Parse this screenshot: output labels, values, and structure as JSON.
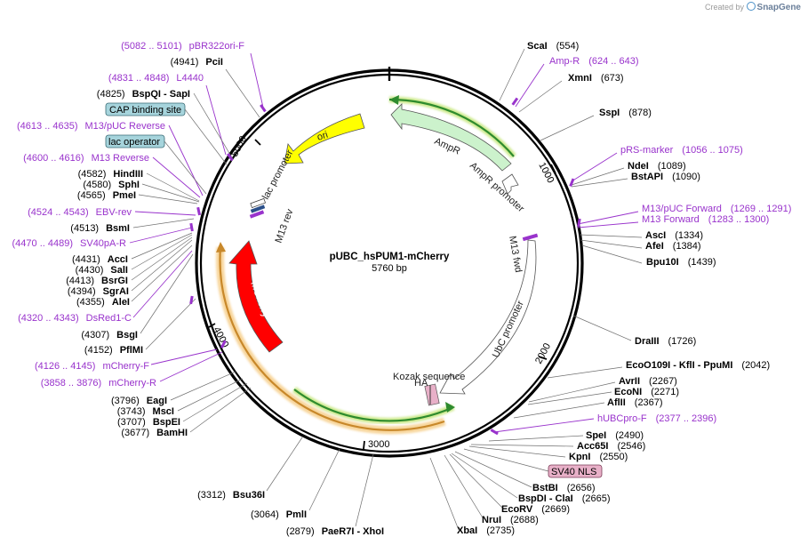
{
  "credit": {
    "prefix": "Created by",
    "brand": "SnapGene"
  },
  "plasmid": {
    "name": "pUBC_hsPUM1-mCherry",
    "size": "5760 bp"
  },
  "ticks": [
    "1000",
    "2000",
    "3000",
    "4000",
    "5000"
  ],
  "features": {
    "ori": "ori",
    "ampr": "AmpR",
    "ampr_promoter": "AmpR promoter",
    "lac_promoter": "lac promoter",
    "m13_rev": "M13 rev",
    "m13_fwd": "M13 fwd",
    "ubc_promoter": "UbC promoter",
    "mcherry": "mCherry",
    "kozak": "Kozak sequence",
    "ha": "HA"
  },
  "boxes": {
    "cap": "CAP binding site",
    "lac_operator": "lac operator",
    "sv40_nls": "SV40 NLS"
  },
  "sites_left": [
    {
      "pos": "(5082 .. 5101)",
      "name": "pBR322ori-F",
      "kind": "primer"
    },
    {
      "pos": "(4941)",
      "name": "PciI",
      "kind": "enzyme"
    },
    {
      "pos": "(4831 .. 4848)",
      "name": "L4440",
      "kind": "primer"
    },
    {
      "pos": "(4825)",
      "name": "BspQI  - SapI",
      "kind": "enzyme"
    },
    {
      "pos": "(4613 .. 4635)",
      "name": "M13/pUC Reverse",
      "kind": "primer"
    },
    {
      "pos": "(4600 .. 4616)",
      "name": "M13 Reverse",
      "kind": "primer"
    },
    {
      "pos": "(4582)",
      "name": "HindIII",
      "kind": "enzyme"
    },
    {
      "pos": "(4580)",
      "name": "SphI",
      "kind": "enzyme"
    },
    {
      "pos": "(4565)",
      "name": "PmeI",
      "kind": "enzyme"
    },
    {
      "pos": "(4524 .. 4543)",
      "name": "EBV-rev",
      "kind": "primer"
    },
    {
      "pos": "(4513)",
      "name": "BsmI",
      "kind": "enzyme"
    },
    {
      "pos": "(4470 .. 4489)",
      "name": "SV40pA-R",
      "kind": "primer"
    },
    {
      "pos": "(4431)",
      "name": "AccI",
      "kind": "enzyme"
    },
    {
      "pos": "(4430)",
      "name": "SalI",
      "kind": "enzyme"
    },
    {
      "pos": "(4413)",
      "name": "BsrGI",
      "kind": "enzyme"
    },
    {
      "pos": "(4394)",
      "name": "SgrAI",
      "kind": "enzyme"
    },
    {
      "pos": "(4355)",
      "name": "AleI",
      "kind": "enzyme"
    },
    {
      "pos": "(4320 .. 4343)",
      "name": "DsRed1-C",
      "kind": "primer"
    },
    {
      "pos": "(4307)",
      "name": "BsgI",
      "kind": "enzyme"
    },
    {
      "pos": "(4152)",
      "name": "PflMI",
      "kind": "enzyme"
    },
    {
      "pos": "(4126 .. 4145)",
      "name": "mCherry-F",
      "kind": "primer"
    },
    {
      "pos": "(3858 .. 3876)",
      "name": "mCherry-R",
      "kind": "primer"
    },
    {
      "pos": "(3796)",
      "name": "EagI",
      "kind": "enzyme"
    },
    {
      "pos": "(3743)",
      "name": "MscI",
      "kind": "enzyme"
    },
    {
      "pos": "(3707)",
      "name": "BspEI",
      "kind": "enzyme"
    },
    {
      "pos": "(3677)",
      "name": "BamHI",
      "kind": "enzyme"
    },
    {
      "pos": "(3312)",
      "name": "Bsu36I",
      "kind": "enzyme"
    },
    {
      "pos": "(3064)",
      "name": "PmlI",
      "kind": "enzyme"
    },
    {
      "pos": "(2879)",
      "name": "PaeR7I  - XhoI",
      "kind": "enzyme"
    }
  ],
  "sites_right": [
    {
      "name": "ScaI",
      "pos": "(554)",
      "kind": "enzyme"
    },
    {
      "name": "Amp-R",
      "pos": "(624 .. 643)",
      "kind": "primer"
    },
    {
      "name": "XmnI",
      "pos": "(673)",
      "kind": "enzyme"
    },
    {
      "name": "SspI",
      "pos": "(878)",
      "kind": "enzyme"
    },
    {
      "name": "pRS-marker",
      "pos": "(1056 .. 1075)",
      "kind": "primer"
    },
    {
      "name": "NdeI",
      "pos": "(1089)",
      "kind": "enzyme"
    },
    {
      "name": "BstAPI",
      "pos": "(1090)",
      "kind": "enzyme"
    },
    {
      "name": "M13/pUC Forward",
      "pos": "(1269 .. 1291)",
      "kind": "primer"
    },
    {
      "name": "M13 Forward",
      "pos": "(1283 .. 1300)",
      "kind": "primer"
    },
    {
      "name": "AscI",
      "pos": "(1334)",
      "kind": "enzyme"
    },
    {
      "name": "AfeI",
      "pos": "(1384)",
      "kind": "enzyme"
    },
    {
      "name": "Bpu10I",
      "pos": "(1439)",
      "kind": "enzyme"
    },
    {
      "name": "DraIII",
      "pos": "(1726)",
      "kind": "enzyme"
    },
    {
      "name": "EcoO109I  - KflI  - PpuMI",
      "pos": "(2042)",
      "kind": "enzyme"
    },
    {
      "name": "AvrII",
      "pos": "(2267)",
      "kind": "enzyme"
    },
    {
      "name": "EcoNI",
      "pos": "(2271)",
      "kind": "enzyme"
    },
    {
      "name": "AflII",
      "pos": "(2367)",
      "kind": "enzyme"
    },
    {
      "name": "hUBCpro-F",
      "pos": "(2377 .. 2396)",
      "kind": "primer"
    },
    {
      "name": "SpeI",
      "pos": "(2490)",
      "kind": "enzyme"
    },
    {
      "name": "Acc65I",
      "pos": "(2546)",
      "kind": "enzyme"
    },
    {
      "name": "KpnI",
      "pos": "(2550)",
      "kind": "enzyme"
    },
    {
      "name": "BstBI",
      "pos": "(2656)",
      "kind": "enzyme"
    },
    {
      "name": "BspDI  - ClaI",
      "pos": "(2665)",
      "kind": "enzyme"
    },
    {
      "name": "EcoRV",
      "pos": "(2669)",
      "kind": "enzyme"
    },
    {
      "name": "NruI",
      "pos": "(2688)",
      "kind": "enzyme"
    },
    {
      "name": "XbaI",
      "pos": "(2735)",
      "kind": "enzyme"
    }
  ],
  "colors": {
    "ori": "#ffff00",
    "ampr": "#ccf2cc",
    "mcherry": "#ff0000",
    "primer": "#9933cc",
    "box_cyan": "#a6d4dc",
    "box_pink": "#e8b0c8",
    "highlight_green": "#b6e05a",
    "highlight_orange": "#f5c87a"
  }
}
